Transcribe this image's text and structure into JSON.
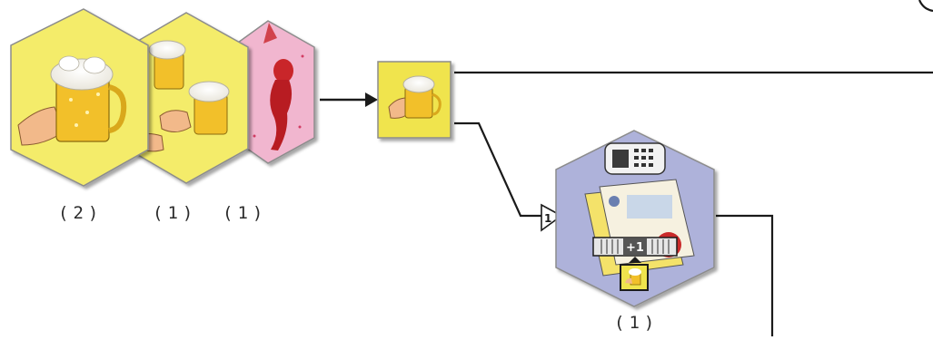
{
  "tiles": [
    {
      "id": "beer-hex-1",
      "count_label": "(2)",
      "icon": "beer-mug-toast-icon",
      "color": "#f4ec6a"
    },
    {
      "id": "beer-hex-2",
      "count_label": "(1)",
      "icon": "beer-mugs-clink-icon",
      "color": "#f4ec6a"
    },
    {
      "id": "pink-hex",
      "count_label": "(1)",
      "icon": "red-figure-icon",
      "color": "#f1b6cf"
    }
  ],
  "node": {
    "icon": "beer-toast-icon",
    "color": "#f0e44e"
  },
  "branch_marker": {
    "label": "1"
  },
  "result_tile": {
    "count_label": "(1)",
    "badge_text": "+1",
    "color": "#aeb2da",
    "icons": [
      "phone-icon",
      "magazine-icon",
      "score-track-icon",
      "small-beer-icon"
    ]
  },
  "colors": {
    "line": "#1a1a1a",
    "hex_border": "#8c8c8c"
  }
}
